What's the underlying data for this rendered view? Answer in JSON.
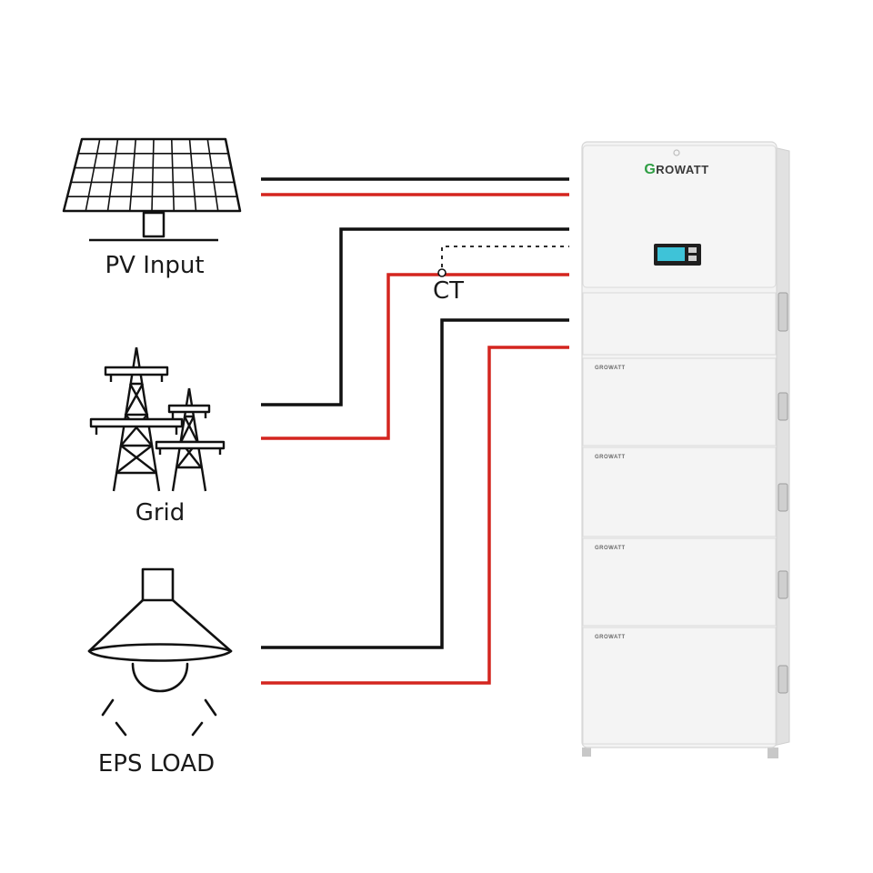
{
  "labels": {
    "pv": "PV Input",
    "grid": "Grid",
    "eps": "EPS LOAD",
    "ct": "CT"
  },
  "device": {
    "brand": "GROWATT",
    "module_brand": "GROWATT"
  },
  "colors": {
    "wire_black": "#111111",
    "wire_red": "#d4251f",
    "brand_green": "#2f9e44",
    "display": "#3ec3d8",
    "cabinet": "#f2f2f2"
  },
  "icons": {
    "pv": "solar-panel-icon",
    "grid": "transmission-tower-icon",
    "eps": "pendant-lamp-icon"
  }
}
